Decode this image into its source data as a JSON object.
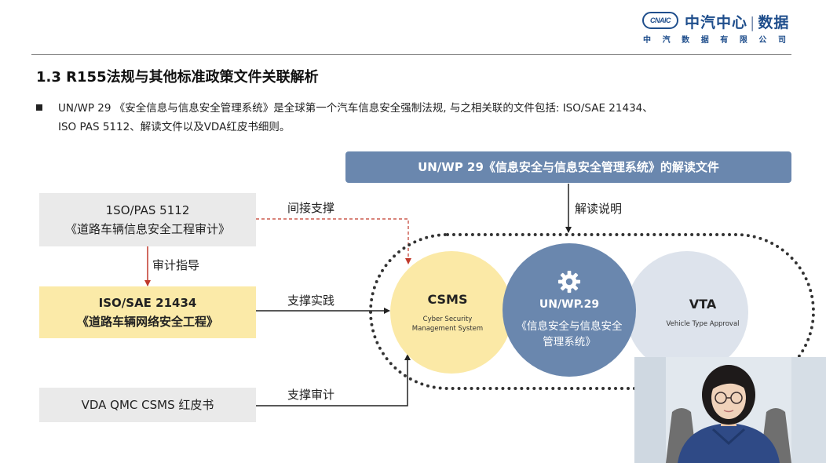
{
  "header": {
    "logo_badge": "CNAIC",
    "brand_name": "中汽中心",
    "brand_separator": "|",
    "brand_suffix": "数据",
    "brand_sub_chars": [
      "中",
      "汽",
      "数",
      "据",
      "有",
      "限",
      "公",
      "司"
    ]
  },
  "slide": {
    "title": "1.3 R155法规与其他标准政策文件关联解析",
    "intro_line1": "UN/WP 29 《安全信息与信息安全管理系统》是全球第一个汽车信息安全强制法规, 与之相关联的文件包括: ISO/SAE 21434、",
    "intro_line2": "ISO PAS 5112、解读文件以及VDA红皮书细则。"
  },
  "diagram": {
    "top_box": "UN/WP 29《信息安全与信息安全管理系统》的解读文件",
    "pas_box": {
      "line1": "1SO/PAS 5112",
      "line2": "《道路车辆信息安全工程审计》"
    },
    "sae_box": {
      "line1": "ISO/SAE 21434",
      "line2": "《道路车辆网络安全工程》"
    },
    "vda_box": "VDA QMC CSMS 红皮书",
    "labels": {
      "indirect_support": "间接支撑",
      "audit_guidance": "审计指导",
      "support_practice": "支撑实践",
      "support_audit": "支撑审计",
      "interpretation": "解读说明"
    },
    "csms": {
      "title": "CSMS",
      "sub1": "Cyber Security",
      "sub2": "Management System"
    },
    "un": {
      "title": "UN/WP.29",
      "line1": "《信息安全与信息安全",
      "line2": "管理系统》",
      "icon": "gear-icon"
    },
    "vta": {
      "title": "VTA",
      "sub": "Vehicle Type Approval"
    }
  },
  "colors": {
    "brand_blue": "#1f4e8c",
    "slate_blue": "#6a87ae",
    "yellow": "#fbe9a6",
    "light_grey": "#eaeaea",
    "red_line": "#c0392b"
  }
}
